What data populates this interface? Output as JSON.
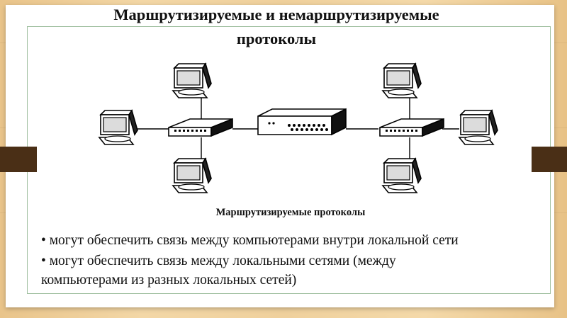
{
  "slide": {
    "title_line1": "Маршрутизируемые и немаршрутизируемые",
    "title_line2": "протоколы",
    "subheading": "Маршрутизируемые протоколы",
    "bullets": [
      "• могут обеспечить связь между компьютерами внутри локальной сети",
      "• могут обеспечить связь между локальными сетями (между",
      "компьютерами из разных локальных сетей)"
    ]
  },
  "diagram": {
    "computers": 6,
    "hubs": 2,
    "routers": 1
  },
  "colors": {
    "tab": "#4a2f16",
    "frame_border": "#9fbf9f",
    "card": "#ffffff"
  }
}
